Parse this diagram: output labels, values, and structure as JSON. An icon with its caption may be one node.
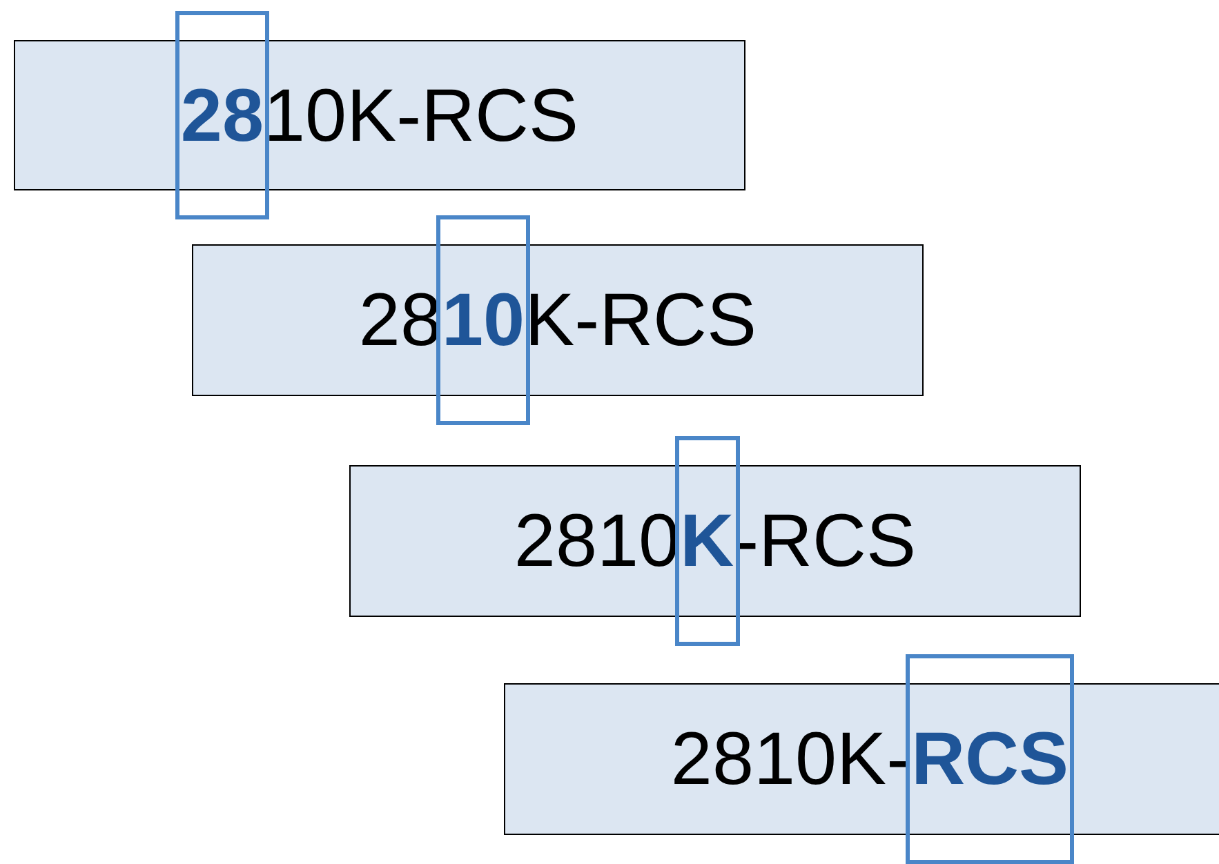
{
  "diagram": {
    "nodes": [
      {
        "text": [
          "**28**10K-RCS"
        ]
      },
      {
        "text": [
          "28**10**K-RCS"
        ]
      },
      {
        "text": [
          "2810**K**-RCS"
        ]
      },
      {
        "text": [
          "2810K-**RCS**"
        ]
      }
    ]
  }
}
